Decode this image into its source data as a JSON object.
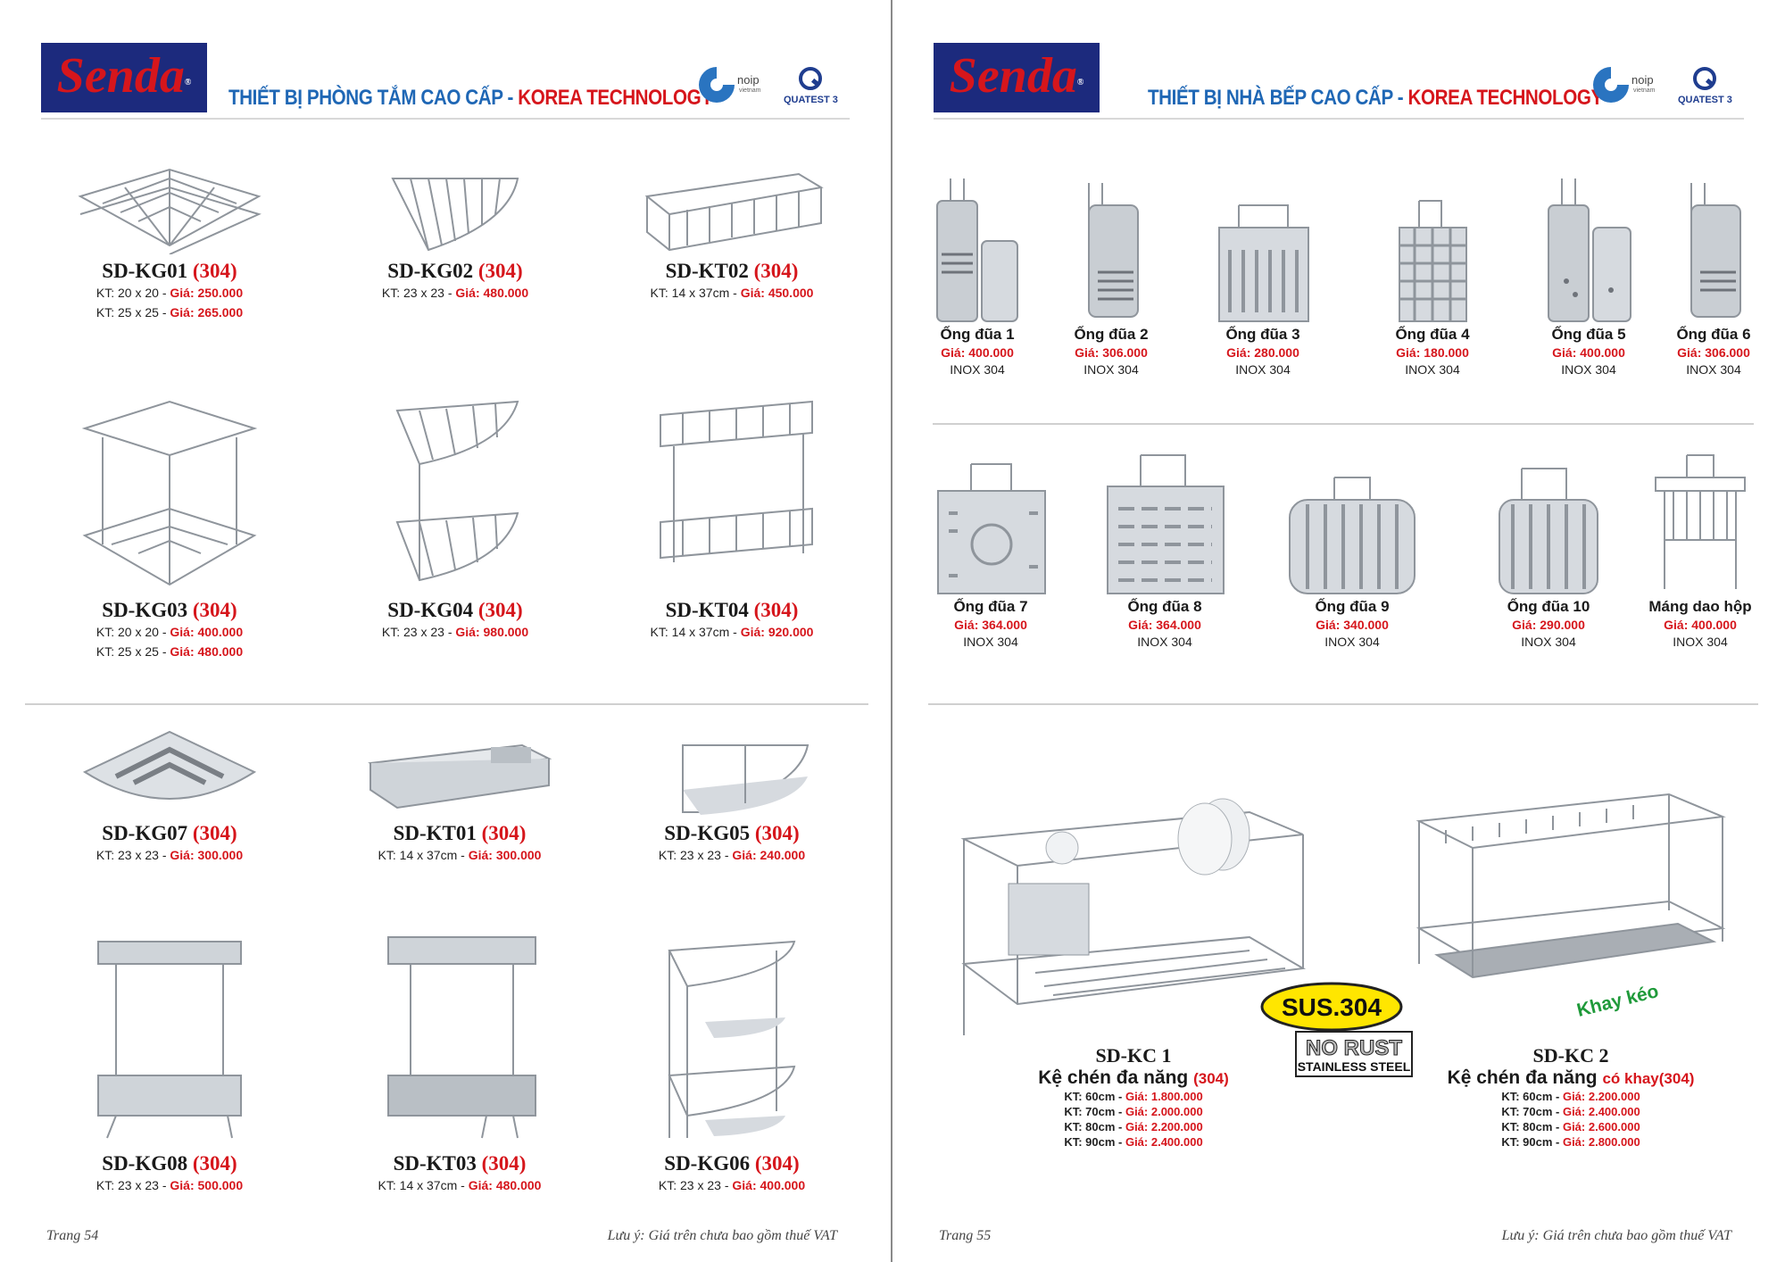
{
  "left_page": {
    "brand": "Senda",
    "header_title_part1": "THIẾT BỊ PHÒNG TẮM CAO CẤP - ",
    "header_title_part2": "KOREA TECHNOLOGY",
    "cert_noip": "noip",
    "cert_noip_sub": "vietnam",
    "cert_quatest": "QUATEST 3",
    "products": [
      {
        "code": "SD-KG01",
        "material": "(304)",
        "lines": [
          {
            "kt": "KT: 20 x 20 - ",
            "price": "Giá: 250.000"
          },
          {
            "kt": "KT: 25 x 25 - ",
            "price": "Giá: 265.000"
          }
        ]
      },
      {
        "code": "SD-KG02",
        "material": "(304)",
        "lines": [
          {
            "kt": "KT: 23 x 23 - ",
            "price": "Giá: 480.000"
          }
        ]
      },
      {
        "code": "SD-KT02",
        "material": "(304)",
        "lines": [
          {
            "kt": "KT: 14 x 37cm - ",
            "price": "Giá: 450.000"
          }
        ]
      },
      {
        "code": "SD-KG03",
        "material": "(304)",
        "lines": [
          {
            "kt": "KT: 20 x 20 - ",
            "price": "Giá: 400.000"
          },
          {
            "kt": "KT: 25 x 25 - ",
            "price": "Giá: 480.000"
          }
        ]
      },
      {
        "code": "SD-KG04",
        "material": "(304)",
        "lines": [
          {
            "kt": "KT: 23 x 23 - ",
            "price": "Giá: 980.000"
          }
        ]
      },
      {
        "code": "SD-KT04",
        "material": "(304)",
        "lines": [
          {
            "kt": "KT: 14 x 37cm - ",
            "price": "Giá: 920.000"
          }
        ]
      },
      {
        "code": "SD-KG07",
        "material": "(304)",
        "lines": [
          {
            "kt": "KT: 23 x 23 - ",
            "price": "Giá: 300.000"
          }
        ]
      },
      {
        "code": "SD-KT01",
        "material": "(304)",
        "lines": [
          {
            "kt": "KT: 14 x 37cm - ",
            "price": "Giá: 300.000"
          }
        ]
      },
      {
        "code": "SD-KG05",
        "material": "(304)",
        "lines": [
          {
            "kt": "KT: 23 x 23 - ",
            "price": "Giá: 240.000"
          }
        ]
      },
      {
        "code": "SD-KG08",
        "material": "(304)",
        "lines": [
          {
            "kt": "KT: 23 x 23 - ",
            "price": "Giá: 500.000"
          }
        ]
      },
      {
        "code": "SD-KT03",
        "material": "(304)",
        "lines": [
          {
            "kt": "KT: 14 x 37cm - ",
            "price": "Giá: 480.000"
          }
        ]
      },
      {
        "code": "SD-KG06",
        "material": "(304)",
        "lines": [
          {
            "kt": "KT: 23 x 23 - ",
            "price": "Giá: 400.000"
          }
        ]
      }
    ],
    "page_number": "Trang 54",
    "note": "Lưu ý: Giá trên chưa bao gồm thuế VAT"
  },
  "right_page": {
    "brand": "Senda",
    "header_title_part1": "THIẾT BỊ NHÀ BẾP CAO CẤP - ",
    "header_title_part2": "KOREA TECHNOLOGY",
    "cert_noip": "noip",
    "cert_noip_sub": "vietnam",
    "cert_quatest": "QUATEST 3",
    "holders": [
      {
        "name": "Ống đũa 1",
        "price": "Giá: 400.000",
        "material": "INOX 304"
      },
      {
        "name": "Ống đũa 2",
        "price": "Giá: 306.000",
        "material": "INOX 304"
      },
      {
        "name": "Ống đũa 3",
        "price": "Giá: 280.000",
        "material": "INOX 304"
      },
      {
        "name": "Ống đũa 4",
        "price": "Giá: 180.000",
        "material": "INOX 304"
      },
      {
        "name": "Ống đũa 5",
        "price": "Giá: 400.000",
        "material": "INOX 304"
      },
      {
        "name": "Ống đũa 6",
        "price": "Giá: 306.000",
        "material": "INOX 304"
      },
      {
        "name": "Ống đũa 7",
        "price": "Giá: 364.000",
        "material": "INOX 304"
      },
      {
        "name": "Ống đũa 8",
        "price": "Giá: 364.000",
        "material": "INOX 304"
      },
      {
        "name": "Ống đũa 9",
        "price": "Giá: 340.000",
        "material": "INOX 304"
      },
      {
        "name": "Ống đũa 10",
        "price": "Giá: 290.000",
        "material": "INOX 304"
      },
      {
        "name": "Máng dao hộp",
        "price": "Giá: 400.000",
        "material": "INOX 304"
      }
    ],
    "racks": [
      {
        "code": "SD-KC 1",
        "name": "Kệ chén đa năng ",
        "suffix": "(304)",
        "sizes": [
          {
            "kt": "KT: 60cm - ",
            "price": "Giá: 1.800.000"
          },
          {
            "kt": "KT: 70cm - ",
            "price": "Giá: 2.000.000"
          },
          {
            "kt": "KT: 80cm - ",
            "price": "Giá: 2.200.000"
          },
          {
            "kt": "KT: 90cm - ",
            "price": "Giá: 2.400.000"
          }
        ]
      },
      {
        "code": "SD-KC 2",
        "name": "Kệ chén đa năng ",
        "suffix": "có khay(304)",
        "sizes": [
          {
            "kt": "KT: 60cm - ",
            "price": "Giá: 2.200.000"
          },
          {
            "kt": "KT: 70cm - ",
            "price": "Giá: 2.400.000"
          },
          {
            "kt": "KT: 80cm - ",
            "price": "Giá: 2.600.000"
          },
          {
            "kt": "KT: 90cm - ",
            "price": "Giá: 2.800.000"
          }
        ]
      }
    ],
    "badge_line1": "SUS.304",
    "badge_line2": "NO RUST",
    "badge_line3": "STAINLESS STEEL",
    "tray_label": "Khay kéo",
    "page_number": "Trang 55",
    "note": "Lưu ý: Giá trên chưa bao gồm thuế VAT"
  },
  "colors": {
    "navy": "#1c2a7d",
    "red": "#d6161c",
    "blue": "#1f67b5",
    "green": "#1f9a3a"
  }
}
